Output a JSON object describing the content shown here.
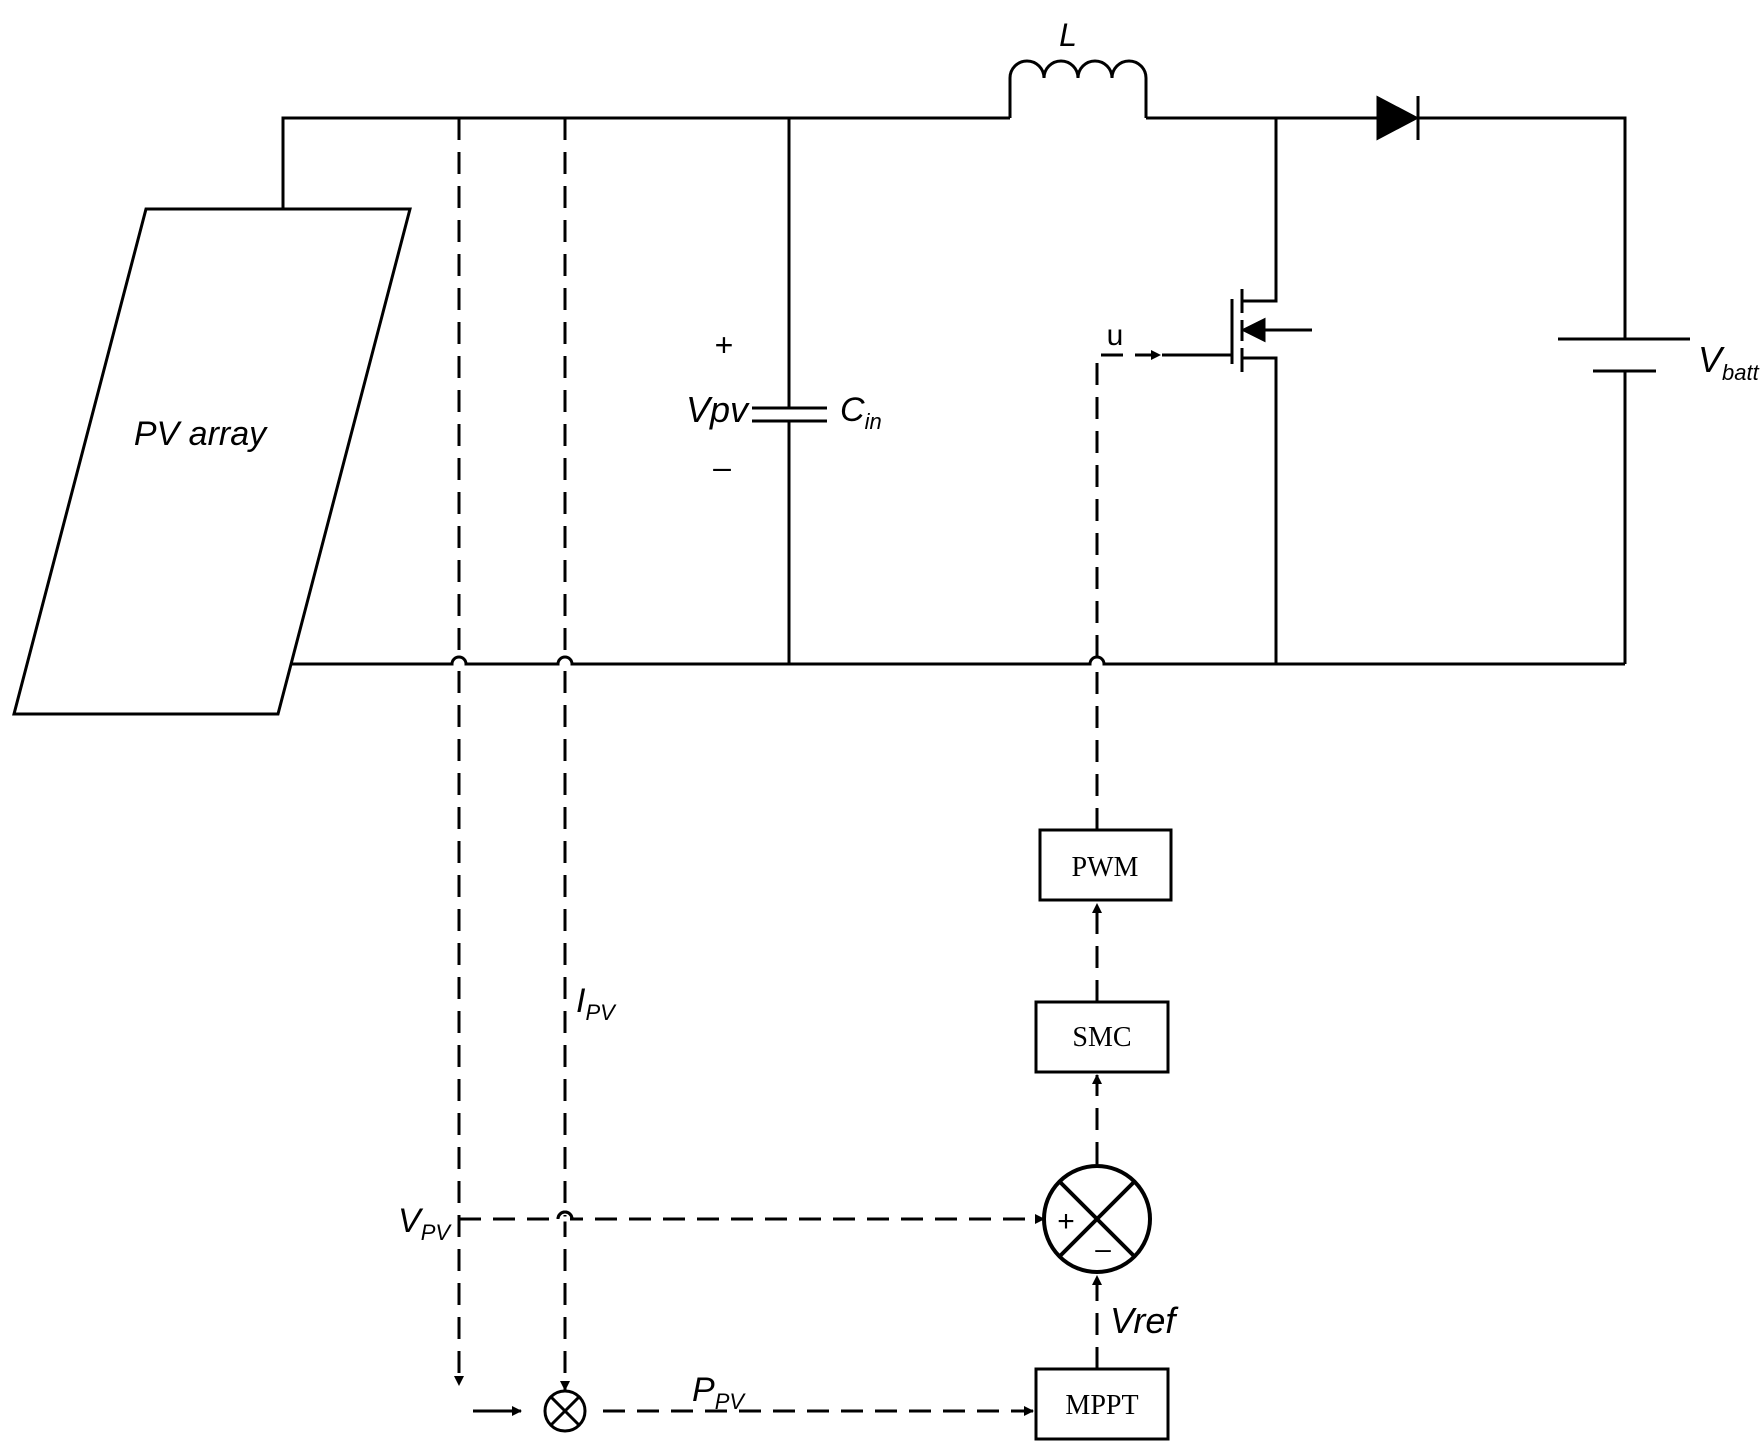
{
  "labels": {
    "pv_array": "PV array",
    "inductor": "L",
    "v_pv": "Vpv",
    "cap_letter": "C",
    "cap_sub": "in",
    "plus": "+",
    "minus": "–",
    "u": "u",
    "v_batt_letter": "V",
    "v_batt_sub": "batt",
    "pwm": "PWM",
    "smc": "SMC",
    "mppt": "MPPT",
    "i_pv_letter": "I",
    "i_pv_sub": "PV",
    "v_pv2_letter": "V",
    "v_pv2_sub": "PV",
    "p_pv_letter": "P",
    "p_pv_sub": "PV",
    "vref": "Vref",
    "sum_plus": "+",
    "sum_minus": "–"
  }
}
